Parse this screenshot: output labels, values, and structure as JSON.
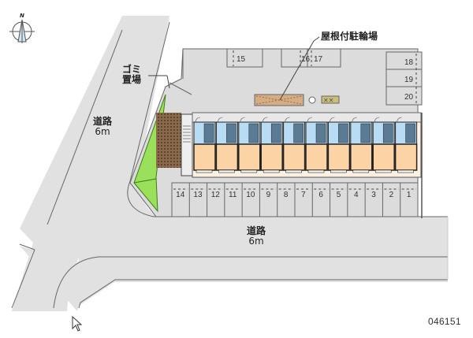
{
  "compass": {
    "north_label": "N"
  },
  "labels": {
    "garbage_area": [
      "ゴミ",
      "置場"
    ],
    "covered_bicycle_parking": "屋根付駐輪場",
    "road_left": {
      "name": "道路",
      "width": "6m"
    },
    "road_bottom": {
      "name": "道路",
      "width": "6m"
    }
  },
  "parking_spaces": {
    "top_row": [
      "15",
      "16",
      "17"
    ],
    "right_column": [
      "18",
      "19",
      "20"
    ],
    "bottom_row": [
      "14",
      "13",
      "12",
      "11",
      "10",
      "9",
      "8",
      "7",
      "6",
      "5",
      "4",
      "3",
      "2",
      "1"
    ]
  },
  "building": {
    "unit_count": 10
  },
  "image_id": "046151",
  "colors": {
    "ground": "#e1e1e1",
    "road": "#e1e1e1",
    "lot": "#d9d9d9",
    "unit_room": "#fbd3a4",
    "unit_wet_area": "#b9dcf5",
    "lawn": "#9be05a",
    "hedge": "#8a6a4a",
    "bike_shelter": "#d7b28a",
    "outline": "#555555"
  }
}
